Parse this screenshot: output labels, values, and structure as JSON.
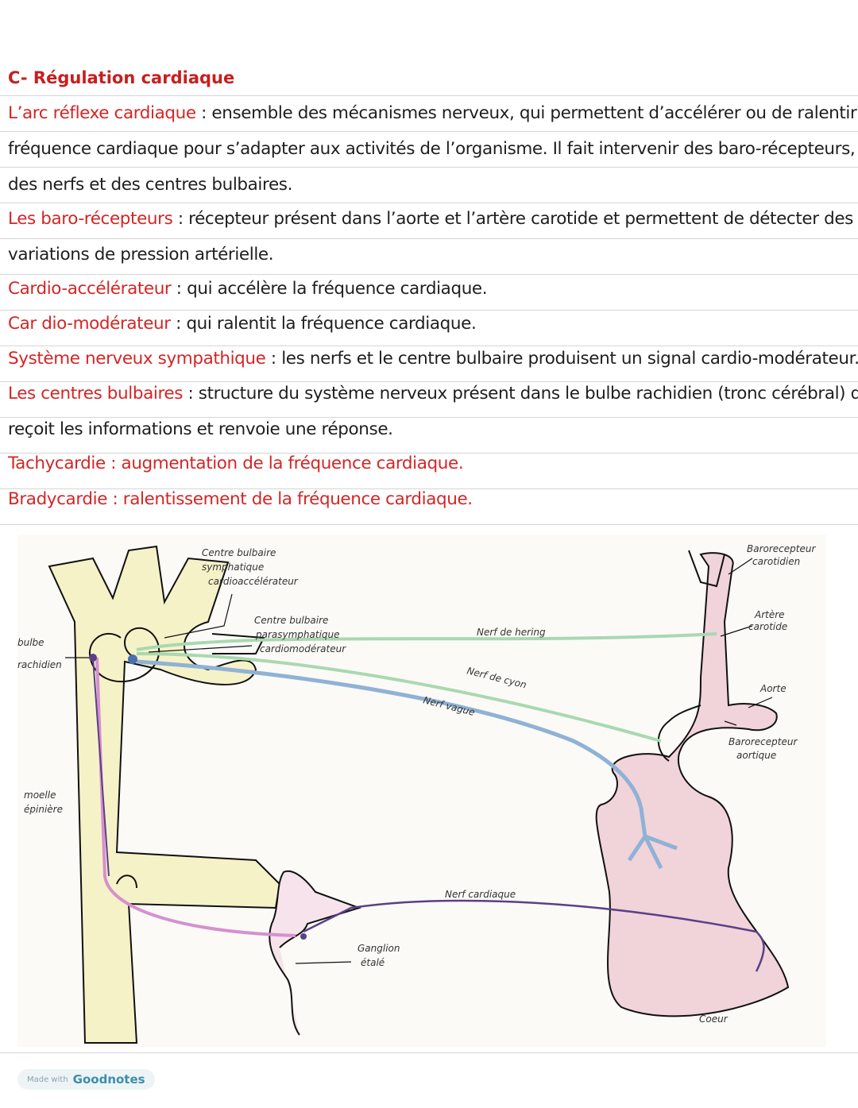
{
  "heading": "C- Régulation cardiaque",
  "definitions": [
    {
      "term": "L’arc réflexe cardiaque",
      "sep": " : ",
      "lines": [
        "ensemble des mécanismes nerveux, qui permettent d’accélérer ou de ralentir la",
        "fréquence cardiaque pour s’adapter aux activités de l’organisme. Il fait intervenir des baro-récepteurs,",
        "des nerfs et des centres bulbaires."
      ]
    },
    {
      "term": "Les baro-récepteurs",
      "sep": " : ",
      "lines": [
        "récepteur présent dans l’aorte et l’artère carotide et permettent de détecter des",
        "variations de pression artérielle."
      ]
    },
    {
      "term": "Cardio-accélérateur",
      "sep": " : ",
      "lines": [
        "qui accélère la fréquence cardiaque."
      ]
    },
    {
      "term": "Car dio-modérateur",
      "sep": " : ",
      "lines": [
        "qui ralentit la fréquence cardiaque."
      ]
    },
    {
      "term": "Système nerveux sympathique",
      "sep": " : ",
      "lines": [
        "les nerfs et le centre bulbaire produisent un signal cardio-modérateur."
      ]
    },
    {
      "term": "Les centres bulbaires",
      "sep": " : ",
      "lines": [
        "structure du système nerveux présent dans le bulbe rachidien (tronc cérébral) qui",
        "reçoit les informations et renvoie une réponse."
      ]
    }
  ],
  "red_lines": [
    "Tachycardie : augmentation de la fréquence cardiaque.",
    "Bradycardie : ralentissement de la fréquence cardiaque."
  ],
  "diagram": {
    "labels": {
      "bulbe": "bulbe",
      "rachidien": "rachidien",
      "moelle": "moelle",
      "epiniere": "épinière",
      "centre_symp_1": "Centre bulbaire",
      "centre_symp_2": "symphatique",
      "centre_symp_3": "cardioaccélérateur",
      "centre_para_1": "Centre bulbaire",
      "centre_para_2": "parasymphatique",
      "centre_para_3": "cardiomodérateur",
      "nerf_hering": "Nerf de hering",
      "nerf_cyon": "Nerf de cyon",
      "nerf_vague": "Nerf vague",
      "nerf_cardiaque": "Nerf cardiaque",
      "ganglion_1": "Ganglion",
      "ganglion_2": "étalé",
      "baro_carotidien_1": "Barorecepteur",
      "baro_carotidien_2": "carotidien",
      "artere_1": "Artère",
      "artere_2": "carotide",
      "aorte": "Aorte",
      "baro_aortique_1": "Barorecepteur",
      "baro_aortique_2": "aortique",
      "coeur": "Coeur"
    },
    "colors": {
      "spine": "#f6f2c8",
      "heart": "#f1d3da",
      "green_nerve": "#a9d8b0",
      "blue_nerve": "#8fb2d6",
      "pink_nerve": "#d690cf",
      "purple_nerve": "#5a3f88"
    }
  },
  "badge": {
    "small": "Made with",
    "brand": "Goodnotes"
  }
}
